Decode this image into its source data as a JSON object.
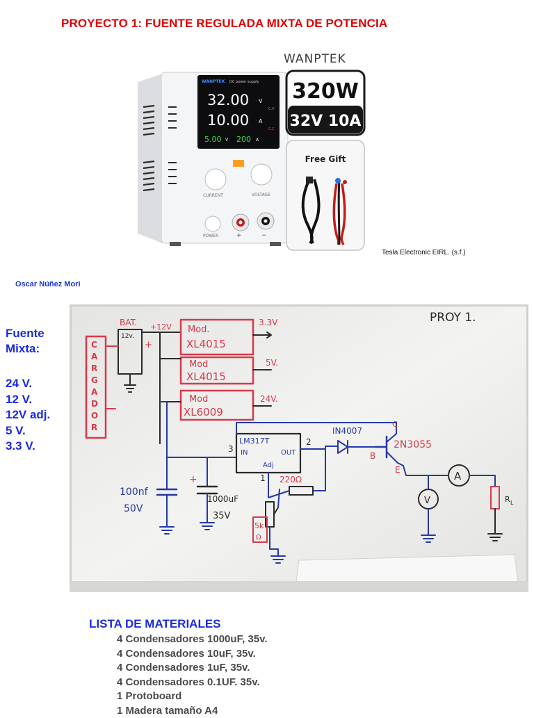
{
  "header": {
    "title": "PROYECTO 1: FUENTE REGULADA MIXTA DE POTENCIA"
  },
  "product": {
    "brand": "WANPTEK",
    "panel_label": "DC power supply",
    "voltage_display": "32.00",
    "voltage_unit": "V",
    "current_display": "10.00",
    "current_unit": "A",
    "cv_label": "C.V",
    "cc_label": "C.C",
    "small_voltage": "5.00",
    "small_voltage_unit": "V",
    "small_power": "200",
    "small_power_unit": "A",
    "knob_left_label": "CURRENT",
    "knob_right_label": "VOLTAGE",
    "power_label": "POWER",
    "plus_label": "+",
    "minus_label": "−",
    "wattage": "320W",
    "rating": "32V 10A",
    "gift": "Free Gift",
    "citation": "Tesla Electronic EIRL. (s.f.)"
  },
  "author": "Oscar Núñez Mori",
  "side": {
    "title_line1": "Fuente",
    "title_line2": "Mixta:",
    "items": [
      "24 V.",
      "12 V.",
      "12V adj.",
      "5 V.",
      "3.3 V."
    ]
  },
  "materials": {
    "title": "LISTA DE MATERIALES",
    "items": [
      "4 Condensadores 1000uF, 35v.",
      "4 Condensadores 10uF, 35v.",
      "4 Condensadores 1uF, 35v.",
      "4 Condensadores 0.1UF. 35v.",
      "1 Protoboard",
      "1 Madera tamaño A4"
    ]
  },
  "colors": {
    "title_red": "#e00000",
    "text_blue": "#1a2be0",
    "ink_blue": "#2438a8",
    "ink_red": "#d63a4a",
    "board_bg": "#eeeeec"
  }
}
